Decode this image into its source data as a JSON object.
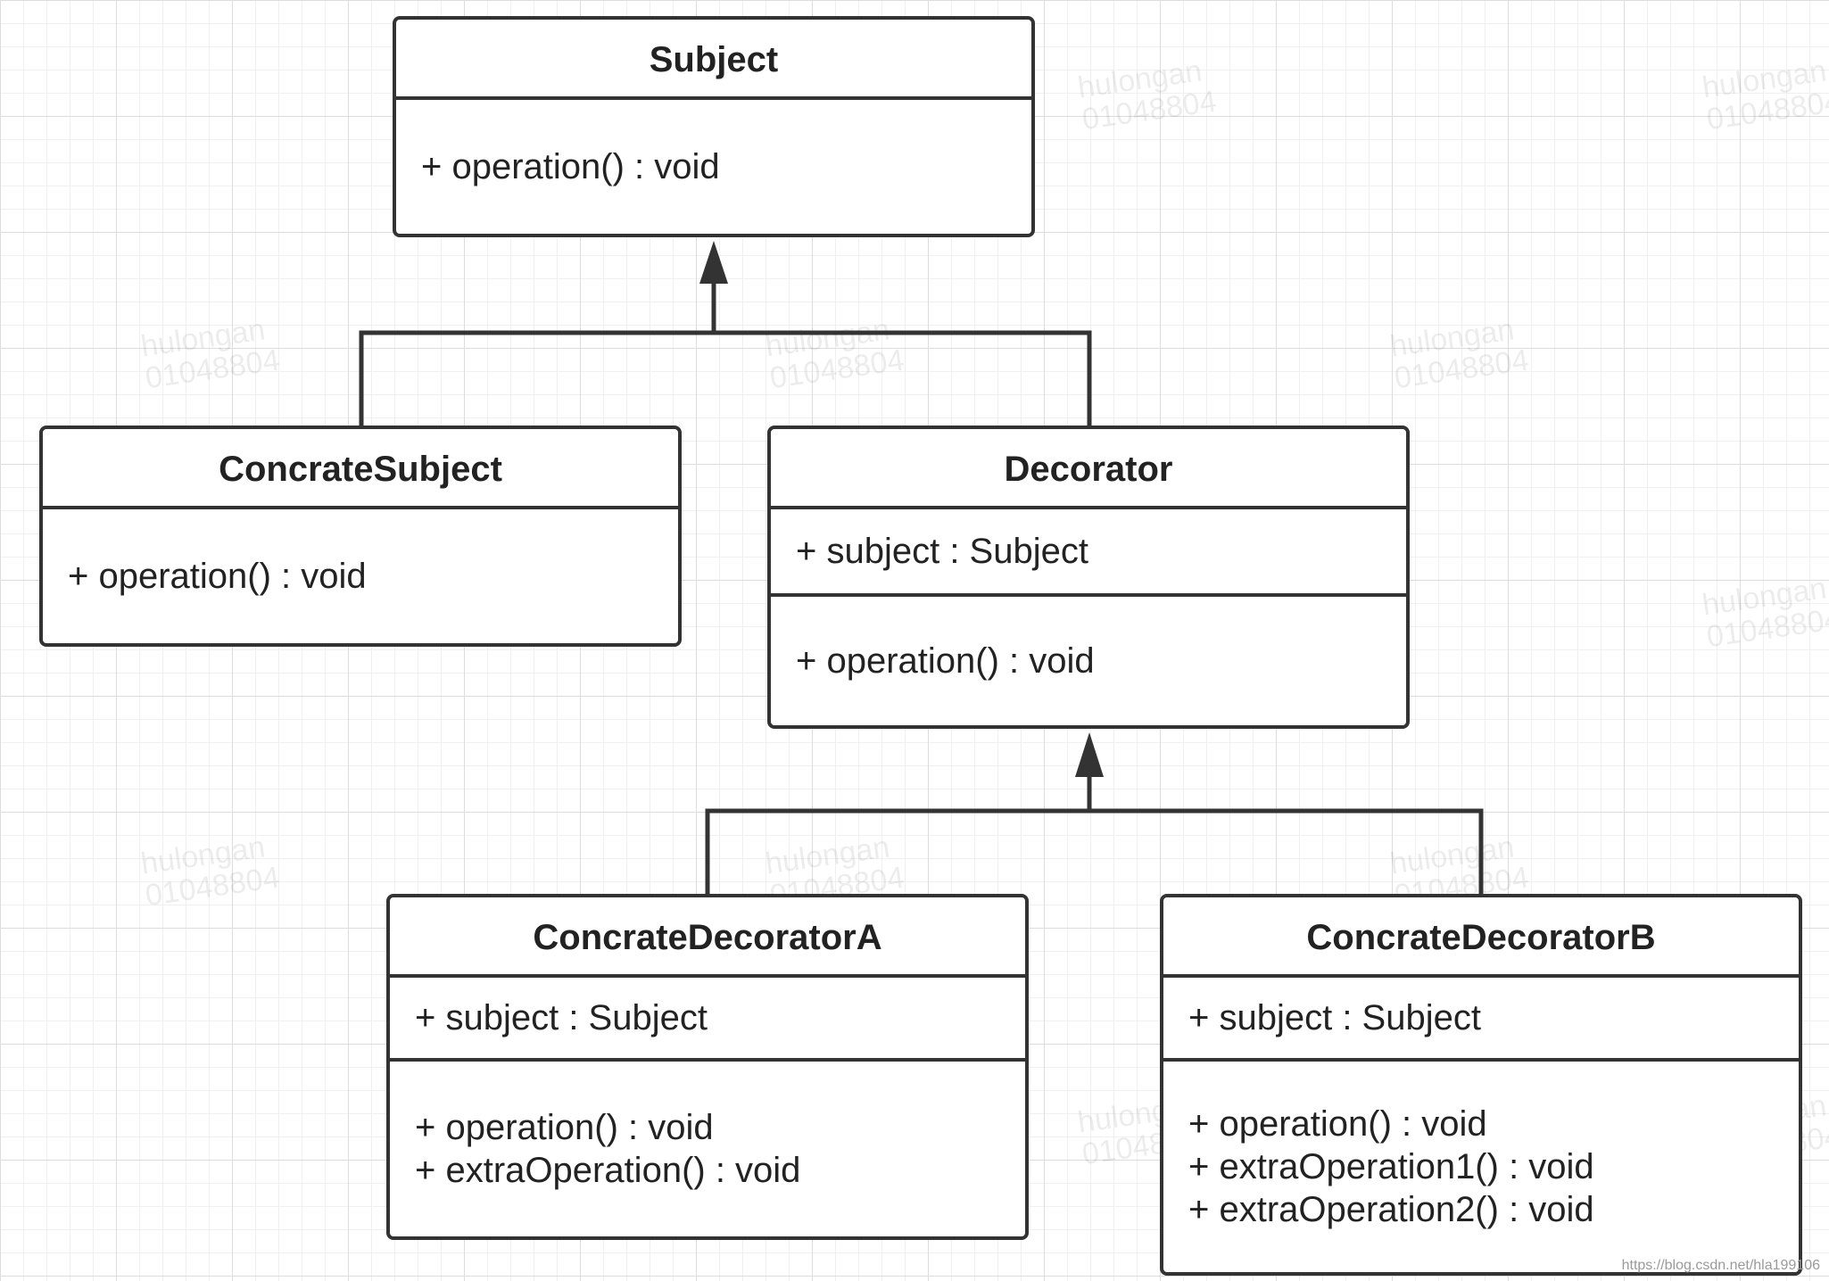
{
  "classes": {
    "subject": {
      "name": "Subject",
      "attributes": [],
      "operations": [
        "+ operation() : void"
      ]
    },
    "concrate_subject": {
      "name": "ConcrateSubject",
      "attributes": [],
      "operations": [
        "+ operation() : void"
      ]
    },
    "decorator": {
      "name": "Decorator",
      "attributes": [
        "+ subject : Subject"
      ],
      "operations": [
        "+ operation() : void"
      ]
    },
    "concrete_decorator_a": {
      "name": "ConcrateDecoratorA",
      "attributes": [
        "+ subject : Subject"
      ],
      "operations": [
        "+ operation() : void",
        "+ extraOperation() : void"
      ]
    },
    "concrete_decorator_b": {
      "name": "ConcrateDecoratorB",
      "attributes": [
        "+ subject : Subject"
      ],
      "operations": [
        "+ operation() : void",
        "+ extraOperation1() : void",
        "+ extraOperation2() : void"
      ]
    }
  },
  "relations": [
    {
      "type": "generalization",
      "from": "ConcrateSubject",
      "to": "Subject"
    },
    {
      "type": "generalization",
      "from": "Decorator",
      "to": "Subject"
    },
    {
      "type": "generalization",
      "from": "ConcrateDecoratorA",
      "to": "Decorator"
    },
    {
      "type": "generalization",
      "from": "ConcrateDecoratorB",
      "to": "Decorator"
    }
  ],
  "watermark": {
    "line1": "hulongan",
    "line2": "01048804"
  },
  "credit": "https://blog.csdn.net/hla199106",
  "colors": {
    "stroke": "#333333",
    "text": "#222222",
    "grid": "#dcdcdc",
    "background": "#ffffff"
  }
}
